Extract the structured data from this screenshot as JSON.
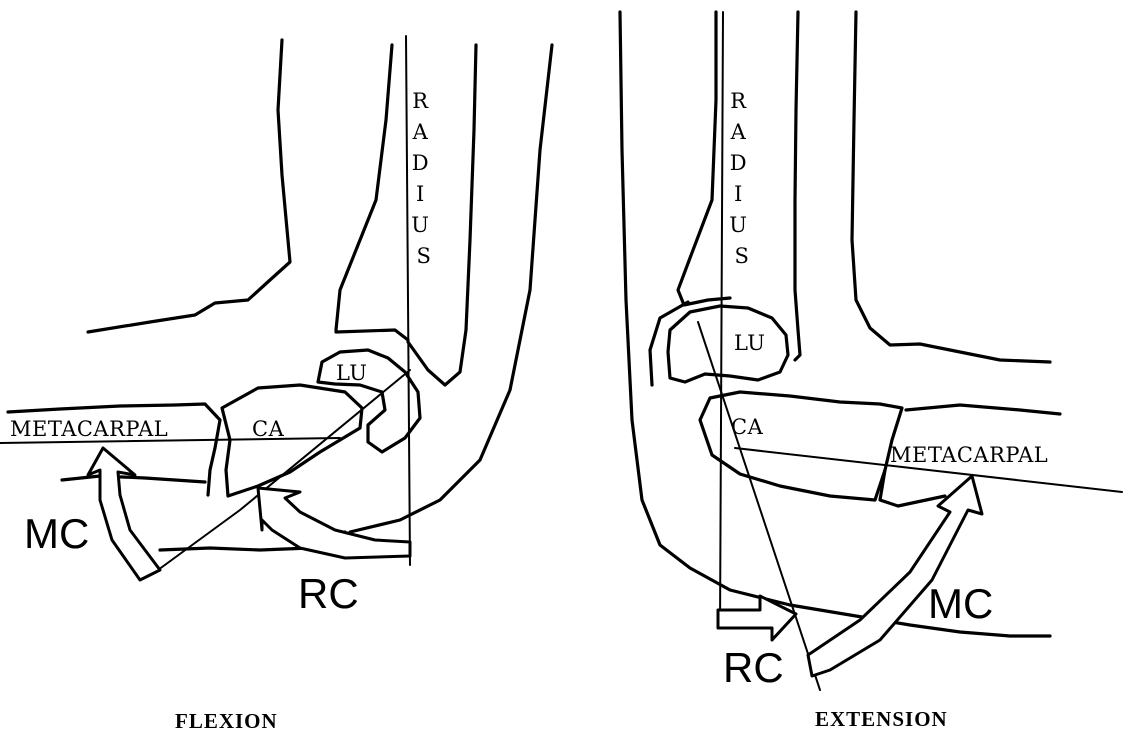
{
  "flexion": {
    "radius_letters": [
      "R",
      "A",
      "D",
      "I",
      "U",
      "S"
    ],
    "lunate": "LU",
    "capitate": "CA",
    "metacarpal": "METACARPAL",
    "mc": "MC",
    "rc": "RC",
    "caption": "FLEXION"
  },
  "extension": {
    "radius_letters": [
      "R",
      "A",
      "D",
      "I",
      "U",
      "S"
    ],
    "lunate": "LU",
    "capitate": "CA",
    "metacarpal": "METACARPAL",
    "mc": "MC",
    "rc": "RC",
    "caption": "EXTENSION"
  }
}
